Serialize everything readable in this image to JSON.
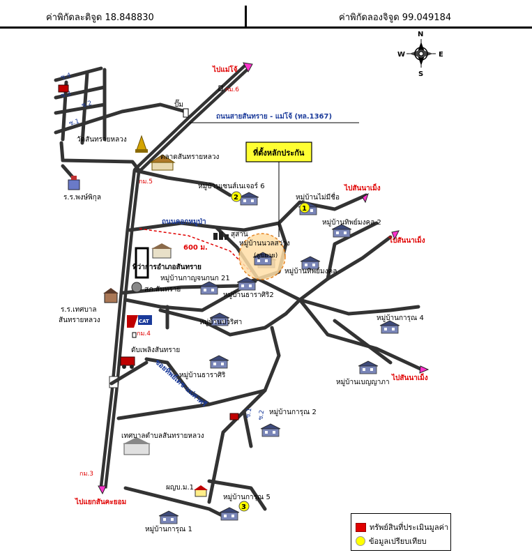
{
  "header": {
    "lat_label": "ค่าพิกัดละติจูด 18.848830",
    "lng_label": "ค่าพิกัดลองจิจูด 99.049184"
  },
  "compass": {
    "n": "N",
    "s": "S",
    "e": "E",
    "w": "W"
  },
  "roads": {
    "main_road": "ถนนสายสันทราย - แม่โจ้ (ทล.1367)",
    "nong_road": "ถนนคอกหมูป่า",
    "soi_road": "ซอยทิพย์เดช-แม่ศาศรี",
    "to_maejo": "ไปแม่โจ้",
    "to_sannameng_1": "ไปสันนาเม็ง",
    "to_sannameng_2": "ไปสันนาเม็ง",
    "to_sannameng_3": "ไปสันนาเม็ง",
    "to_sankhayom": "ไปแยกสันคะยอม",
    "km6": "กม.6",
    "km5": "กม.5",
    "km4": "กม.4",
    "km3": "กม.3",
    "soi4": "ซ.4",
    "soi3": "ซ.3",
    "soi2": "ซ.2",
    "soi1": "ซ.1",
    "soi1b": "ซ.1",
    "soi2b": "ซ.2",
    "distance": "600 ม."
  },
  "places": {
    "pump": "ปั๊ม",
    "wat": "วัดสันทรายหลวง",
    "market": "ตลาดสันทรายหลวง",
    "hospital": "ร.ร.พงษ์พิกุล",
    "district_office": "ที่ว่าการอำเภอสันทราย",
    "police": "สภ.สันทราย",
    "school_line1": "ร.ร.เทศบาล",
    "school_line2": "สันทรายหลวง",
    "cat": "CAT",
    "fire": "ดับเพลิงสันทราย",
    "municipality": "เทศบาลตำบลสันทรายหลวง",
    "headman": "ผญบ.ม.1",
    "cemetery": "สุสาน"
  },
  "villages": {
    "century6": "หมู่บ้านเซนส์เนเจอร์ 6",
    "nameless": "หมู่บ้านไม่มีชื่อ",
    "thipmongkol2": "หมู่บ้านทิพย์มงคล 2",
    "nuansawang": "หมู่บ้านนวลสว่าง",
    "extension": "(ลูขยาย)",
    "thipmongkol": "หมู่บ้านทิพย์มงคล",
    "kanjanakanok21": "หมู่บ้านกาญจนกนก 21",
    "thanasiri2": "หมู่บ้านธาราศิริ2",
    "parisa": "หมู่บ้านปวริศา",
    "karun4": "หมู่บ้านการุณ 4",
    "thanasiri": "หมู่บ้านธาราศิริ",
    "benyapha": "หมู่บ้านเบญญาภา",
    "karun2": "หมู่บ้านการุณ 2",
    "karun5": "หมู่บ้านการุณ 5",
    "karun1": "หมู่บ้านการุณ 1"
  },
  "markers": {
    "subject": "ที่ตั้งหลักประกัน",
    "comp1": "1",
    "comp2": "2",
    "comp3": "3"
  },
  "legend": {
    "asset": "ทรัพย์สินที่ประเมินมูลค่า",
    "comparison": "ข้อมูลเปรียบเทียบ"
  },
  "colors": {
    "road": "#333333",
    "red_label": "#e00000",
    "blue_label": "#1a3a9a",
    "subject_fill": "#ffff33",
    "comparison_fill": "#ffff00",
    "arrow": "#ff33cc"
  }
}
